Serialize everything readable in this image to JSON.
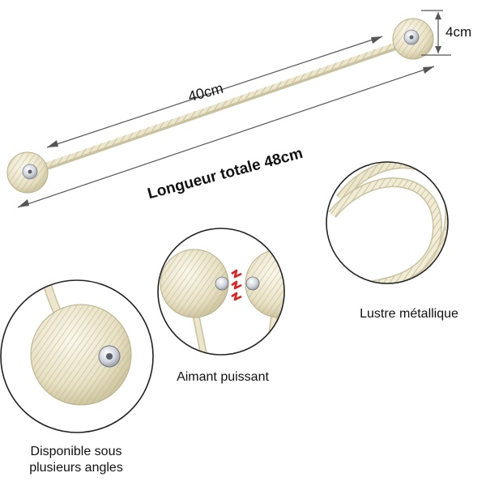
{
  "dimensions": {
    "length_label": "40cm",
    "diameter_label": "4cm",
    "total_label": "Longueur totale 48cm"
  },
  "features": [
    {
      "caption_lines": [
        "Disponible sous",
        "plusieurs angles"
      ]
    },
    {
      "caption": "Aimant puissant"
    },
    {
      "caption": "Lustre métallique"
    }
  ],
  "colors": {
    "rope": "#ece6cc",
    "rope_shadow": "#c9c1a0",
    "magnet": "#c8ccd4",
    "magnetic_wave": "#e02020",
    "dimension_line": "#555555"
  }
}
